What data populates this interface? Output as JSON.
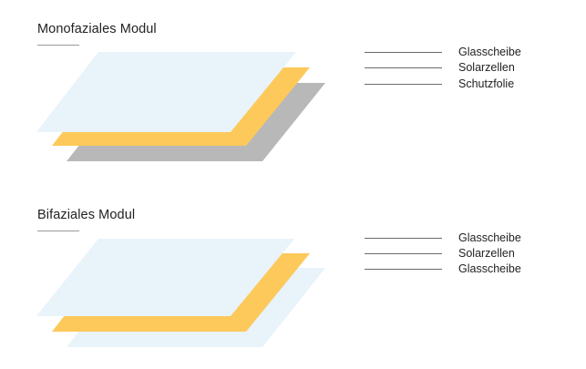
{
  "colors": {
    "glass": "#E8F3FA",
    "solar_cells": "#FDC95A",
    "backsheet": "#B8B8B8",
    "legend_line": "#6A6A6A",
    "text": "#222222"
  },
  "diagrams": [
    {
      "title": "Monofaziales Modul",
      "layers": [
        {
          "label": "Glasscheibe",
          "material": "glass"
        },
        {
          "label": "Solarzellen",
          "material": "solar_cells"
        },
        {
          "label": "Schutzfolie",
          "material": "backsheet"
        }
      ]
    },
    {
      "title": "Bifaziales Modul",
      "layers": [
        {
          "label": "Glasscheibe",
          "material": "glass"
        },
        {
          "label": "Solarzellen",
          "material": "solar_cells"
        },
        {
          "label": "Glasscheibe",
          "material": "glass"
        }
      ]
    }
  ]
}
